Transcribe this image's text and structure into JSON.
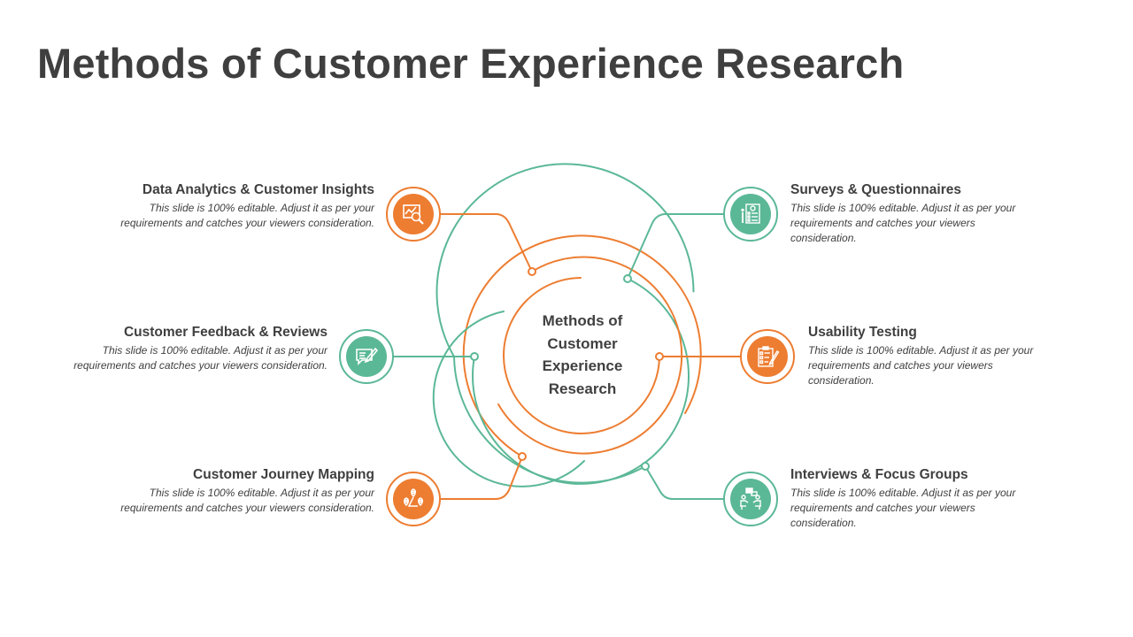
{
  "title": "Methods of Customer Experience Research",
  "center": {
    "lines": [
      "Methods of",
      "Customer",
      "Experience",
      "Research"
    ]
  },
  "colors": {
    "orange": "#ED7D31",
    "teal": "#5BB897",
    "title": "#3F3F3F",
    "text": "#404040"
  },
  "items": [
    {
      "id": "data-analytics",
      "title": "Data Analytics & Customer Insights",
      "description": "This slide is 100% editable. Adjust it as per your requirements and catches your viewers consideration.",
      "icon": "analytics-magnifier-icon",
      "color": "orange",
      "side": "left"
    },
    {
      "id": "customer-feedback",
      "title": "Customer Feedback & Reviews",
      "description": "This slide is 100% editable. Adjust it as per your requirements and catches your viewers consideration.",
      "icon": "feedback-chat-pen-icon",
      "color": "teal",
      "side": "left"
    },
    {
      "id": "journey-mapping",
      "title": "Customer Journey Mapping",
      "description": "This slide is 100% editable. Adjust it as per your requirements and catches your viewers consideration.",
      "icon": "map-pins-icon",
      "color": "orange",
      "side": "left"
    },
    {
      "id": "surveys",
      "title": "Surveys & Questionnaires",
      "description": "This slide is 100% editable. Adjust it as per your requirements and catches your viewers consideration.",
      "icon": "survey-document-icon",
      "color": "teal",
      "side": "right"
    },
    {
      "id": "usability-testing",
      "title": "Usability Testing",
      "description": "This slide is 100% editable. Adjust it as per your requirements and catches your viewers consideration.",
      "icon": "clipboard-checklist-icon",
      "color": "orange",
      "side": "right"
    },
    {
      "id": "interviews",
      "title": "Interviews & Focus Groups",
      "description": "This slide is 100% editable. Adjust it as per your requirements and catches your viewers consideration.",
      "icon": "interview-people-icon",
      "color": "teal",
      "side": "right"
    }
  ]
}
